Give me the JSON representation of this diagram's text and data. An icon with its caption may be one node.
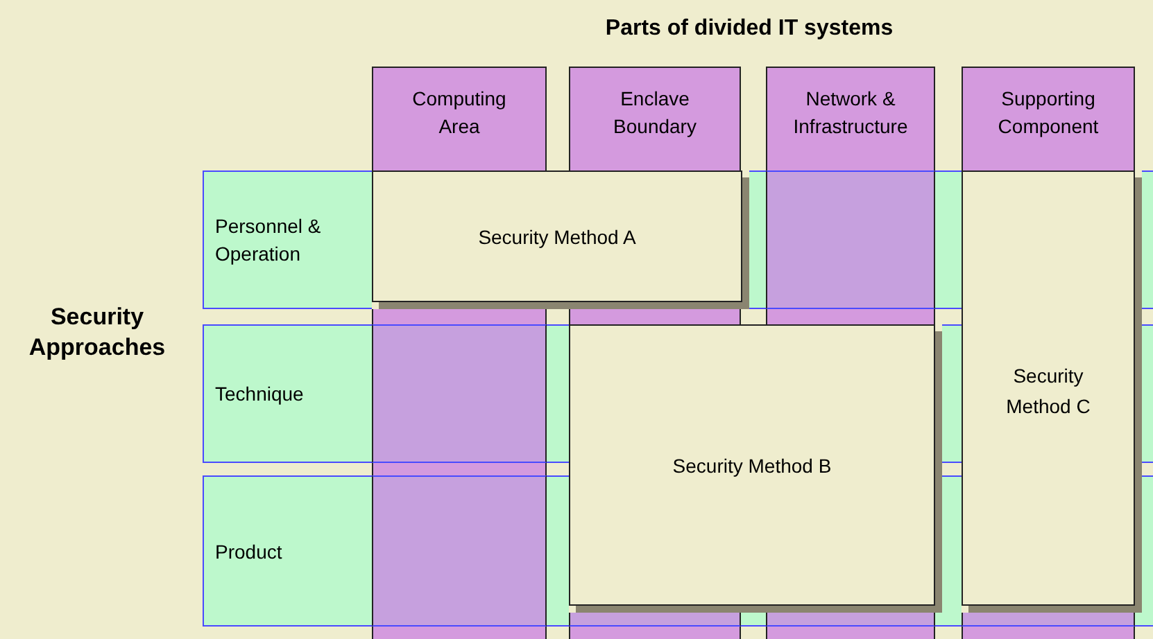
{
  "diagram": {
    "title": "Parts of divided IT systems",
    "nodes": [
      {
        "text": [
          "Computing Area"
        ]
      },
      {
        "text": [
          "Enclave Boundary"
        ]
      },
      {
        "text": [
          "Network & Infrastructure"
        ]
      },
      {
        "text": [
          "Supporting Component"
        ]
      },
      {
        "text": [
          "Personnel & Operation"
        ]
      },
      {
        "text": [
          "Technique"
        ]
      },
      {
        "text": [
          "Product"
        ]
      },
      {
        "text": [
          "Security Method A"
        ]
      },
      {
        "text": [
          "Security Method B"
        ]
      },
      {
        "text": [
          "Security Method C"
        ]
      }
    ],
    "labels": [
      "Security Approaches"
    ]
  }
}
